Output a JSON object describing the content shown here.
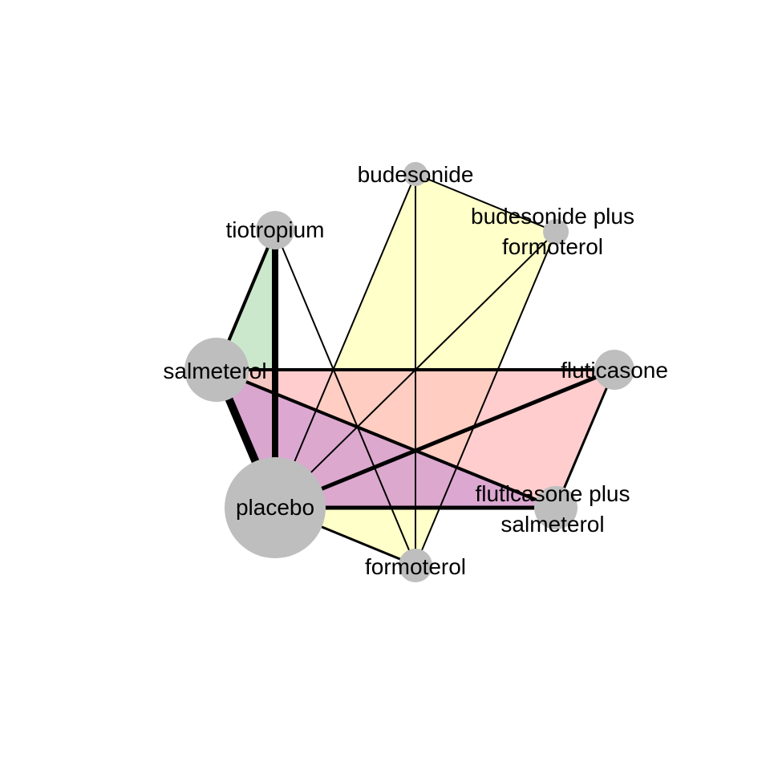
{
  "network": {
    "nodes": [
      {
        "id": "budesonide",
        "label_lines": [
          "budesonide"
        ]
      },
      {
        "id": "budesonide-plus-formoterol",
        "label_lines": [
          "budesonide plus",
          "formoterol"
        ]
      },
      {
        "id": "fluticasone",
        "label_lines": [
          "fluticasone"
        ]
      },
      {
        "id": "fluticasone-plus-salmeterol",
        "label_lines": [
          "fluticasone plus",
          "salmeterol"
        ]
      },
      {
        "id": "formoterol",
        "label_lines": [
          "formoterol"
        ]
      },
      {
        "id": "placebo",
        "label_lines": [
          "placebo"
        ]
      },
      {
        "id": "salmeterol",
        "label_lines": [
          "salmeterol"
        ]
      },
      {
        "id": "tiotropium",
        "label_lines": [
          "tiotropium"
        ]
      }
    ],
    "colors": {
      "node_fill": "#bebebe",
      "edge": "#000000",
      "multiarm_green": "#c6e6c6",
      "multiarm_yellow": "#ffffc0",
      "multiarm_pink": "#ffc0c0",
      "multiarm_purple": "#c58fd6"
    }
  }
}
